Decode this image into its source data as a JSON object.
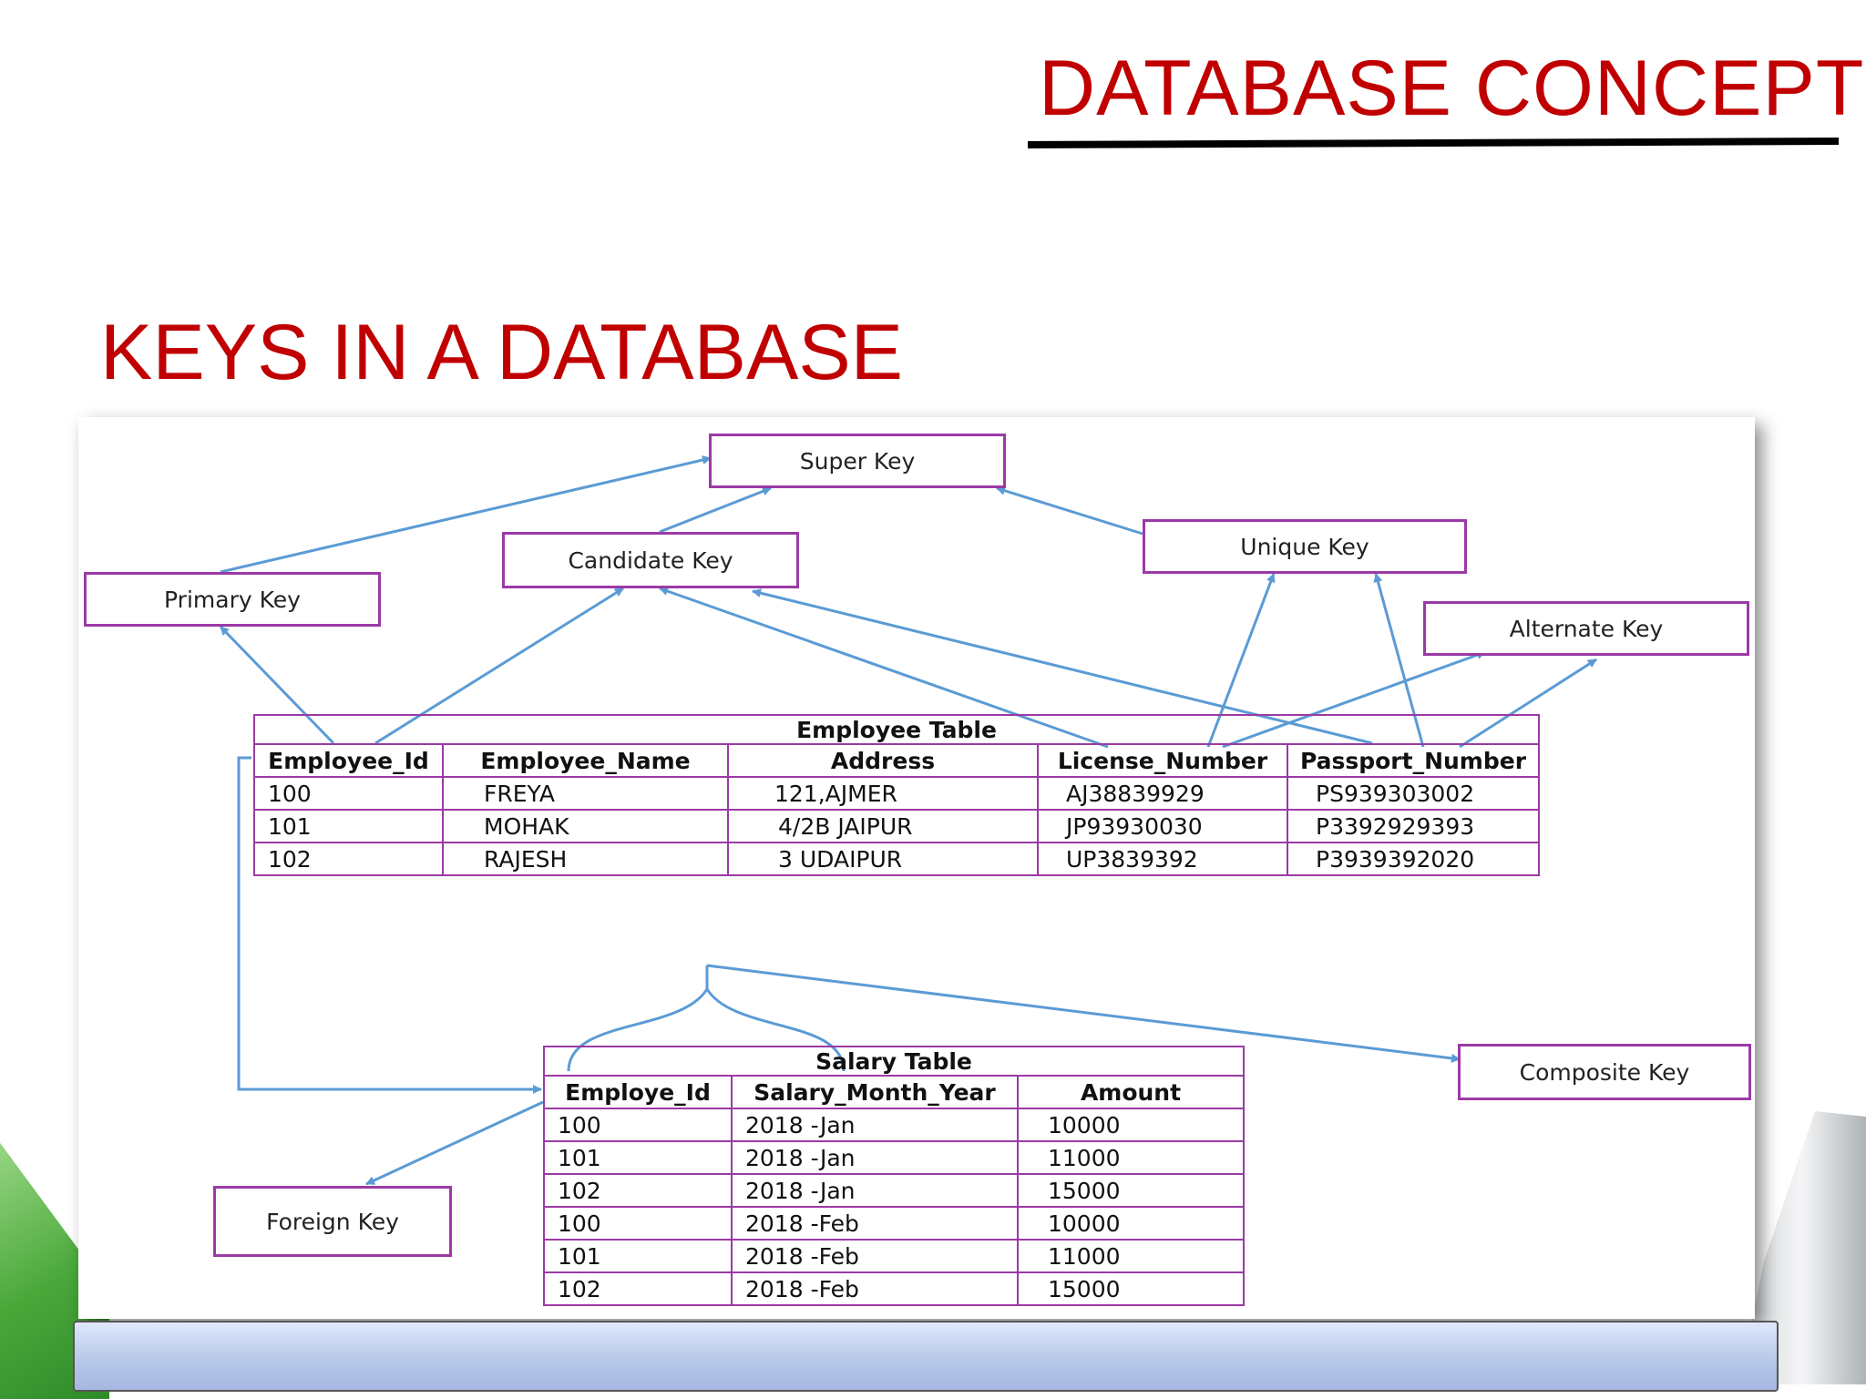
{
  "header": {
    "title": "DATABASE CONCEPTS"
  },
  "slide": {
    "title": "KEYS IN A DATABASE"
  },
  "keys": {
    "super": "Super Key",
    "candidate": "Candidate Key",
    "unique": "Unique Key",
    "primary": "Primary Key",
    "alternate": "Alternate Key",
    "composite": "Composite Key",
    "foreign": "Foreign Key"
  },
  "employee_table": {
    "caption": "Employee Table",
    "headers": [
      "Employee_Id",
      "Employee_Name",
      "Address",
      "License_Number",
      "Passport_Number"
    ],
    "rows": [
      [
        "100",
        "FREYA",
        "121,AJMER",
        "AJ38839929",
        "PS939303002"
      ],
      [
        "101",
        "MOHAK",
        "4/2B JAIPUR",
        "JP93930030",
        "P3392929393"
      ],
      [
        "102",
        "RAJESH",
        "3 UDAIPUR",
        "UP3839392",
        "P3939392020"
      ]
    ]
  },
  "salary_table": {
    "caption": "Salary Table",
    "headers": [
      "Employe_Id",
      "Salary_Month_Year",
      "Amount"
    ],
    "rows": [
      [
        "100",
        "2018 -Jan",
        "10000"
      ],
      [
        "101",
        "2018 -Jan",
        "11000"
      ],
      [
        "102",
        "2018 -Jan",
        "15000"
      ],
      [
        "100",
        "2018 -Feb",
        "10000"
      ],
      [
        "101",
        "2018 -Feb",
        "11000"
      ],
      [
        "102",
        "2018 -Feb",
        "15000"
      ]
    ]
  },
  "colors": {
    "title_red": "#c00000",
    "box_border": "#9b3aa6",
    "arrow_blue": "#5b9bd5"
  }
}
